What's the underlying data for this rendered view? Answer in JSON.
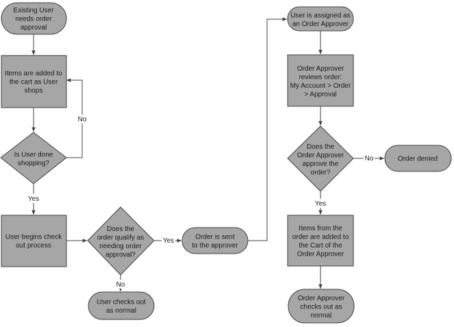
{
  "nodes": {
    "start": {
      "lines": [
        "Existing User",
        "needs order",
        "approval"
      ]
    },
    "add_items": {
      "lines": [
        "Items are added to",
        "the cart as User",
        "shops"
      ]
    },
    "done_shopping": {
      "lines": [
        "Is User done",
        "shopping?"
      ]
    },
    "begin_checkout": {
      "lines": [
        "User begins check",
        "out process"
      ]
    },
    "qualify": {
      "lines": [
        "Does the",
        "order qualify as",
        "needing order",
        "approval?"
      ]
    },
    "checks_out_normal": {
      "lines": [
        "User checks out",
        "as normal"
      ]
    },
    "sent_to_approver": {
      "lines": [
        "Order is sent",
        "to the approver"
      ]
    },
    "assigned_approver": {
      "lines": [
        "User is assigned as",
        "an Order Approver"
      ]
    },
    "approver_reviews": {
      "lines": [
        "Order Approver",
        "reviews order:",
        "My Account > Order",
        "> Approval"
      ]
    },
    "approve_decision": {
      "lines": [
        "Does the",
        "Order Approver",
        "approve the",
        "order?"
      ]
    },
    "order_denied": {
      "lines": [
        "Order denied"
      ]
    },
    "items_added_approver": {
      "lines": [
        "Items from the",
        "order are added to",
        "the Cart of the",
        "Order Approver"
      ]
    },
    "approver_checks_out": {
      "lines": [
        "Order Approver",
        "checks out as",
        "normal"
      ]
    }
  },
  "edge_labels": {
    "no_loop": "No",
    "yes_done": "Yes",
    "yes_qualify": "Yes",
    "no_qualify": "No",
    "no_approve": "No",
    "yes_approve": "Yes"
  }
}
